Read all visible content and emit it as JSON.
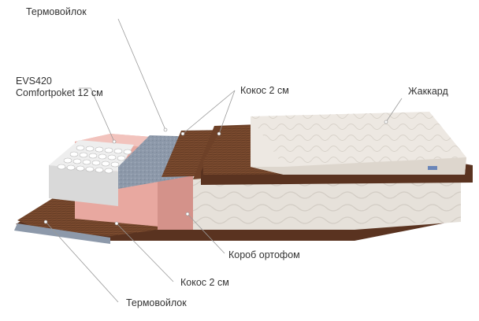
{
  "labels": {
    "top_felt": "Термовойлок",
    "springs_line1": "EVS420",
    "springs_line2": "Comfortpoket 12 см",
    "coconut_top": "Кокос 2 см",
    "jacquard": "Жаккард",
    "box_orthofoam": "Короб ортофом",
    "coconut_bottom": "Кокос 2 см",
    "bottom_felt": "Термовойлок"
  },
  "colors": {
    "coconut": "#7a4a2e",
    "coconut_dark": "#5a3320",
    "felt": "#8b97a8",
    "foam_pink": "#e8a8a0",
    "jacquard": "#ede8e2",
    "side_fabric": "#e6e1da",
    "leader_line": "#9a9a9a",
    "text": "#333333"
  }
}
